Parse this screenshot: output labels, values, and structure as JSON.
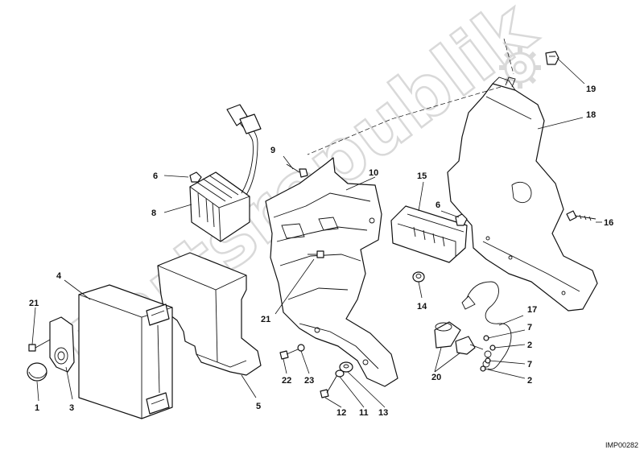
{
  "watermark": {
    "text": "Partsrepublik",
    "color": "#d9d9d9"
  },
  "drawing_code": "IMP00282",
  "callouts": [
    "1",
    "2",
    "2",
    "3",
    "4",
    "5",
    "6",
    "6",
    "7",
    "7",
    "8",
    "9",
    "10",
    "11",
    "12",
    "13",
    "14",
    "15",
    "16",
    "17",
    "18",
    "19",
    "20",
    "21",
    "21",
    "22",
    "23"
  ],
  "colors": {
    "line": "#111111",
    "background": "#ffffff"
  },
  "icons": {
    "watermark_logo": "gear-icon"
  }
}
